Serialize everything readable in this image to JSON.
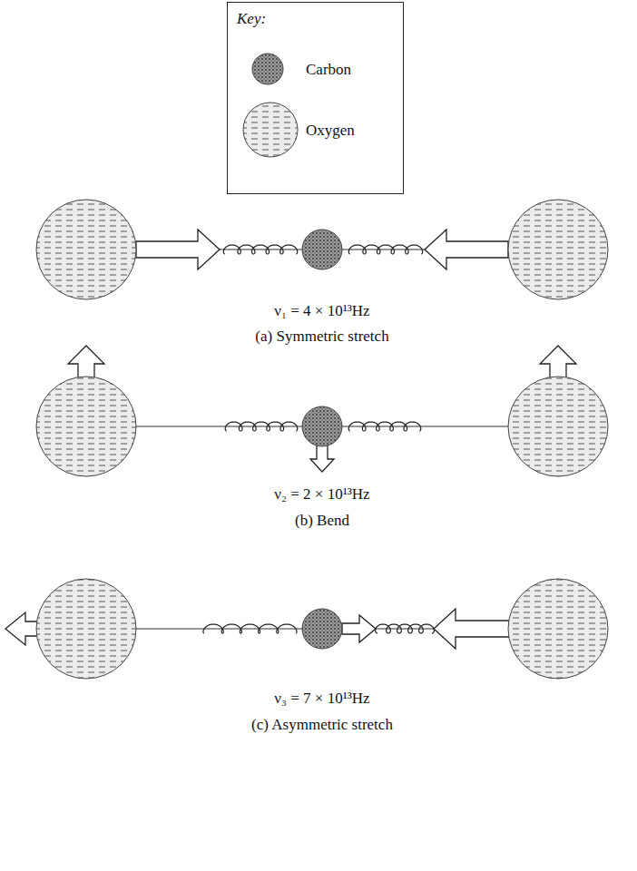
{
  "diagram": {
    "nodes": [
      {
        "text": [
          "Key:"
        ]
      }
    ],
    "labels": [
      "ν₁ = 4 × 10¹³Hz",
      "(a) Symmetric stretch",
      "ν₂ = 2 × 10¹³Hz",
      "(b) Bend",
      "ν₃ = 7 × 10¹³Hz",
      "(c) Asymmetric stretch"
    ],
    "legend": [
      {
        "text": "Carbon"
      },
      {
        "text": "Oxygen"
      }
    ]
  }
}
